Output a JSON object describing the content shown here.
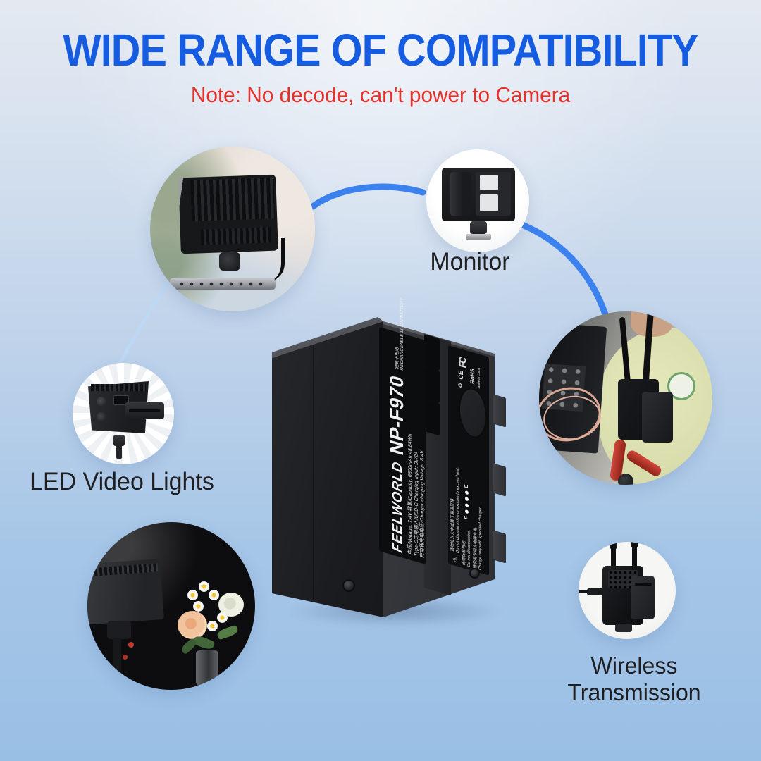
{
  "header": {
    "title": "WIDE RANGE OF COMPATIBILITY",
    "note": "Note: No decode, can't power to Camera"
  },
  "labels": {
    "monitor": "Monitor",
    "led_lights": "LED Video Lights",
    "wireless_line1": "Wireless",
    "wireless_line2": "Transmission"
  },
  "battery": {
    "brand": "FEELWORLD",
    "model": "NP-F970",
    "type_cn": "锂离子电池",
    "type_en": "RECHARGEABLE LI-ION BATTERY",
    "spec_voltage": "电压/Voltage: 7.4V  容量/Capacity: 6600mAh 48.84Wh",
    "spec_input": "Type-C充电输入/USB-C Charging Input: 5V/2A",
    "spec_charger": "充电器充电电压/Charger charging Voltage: 8.4V",
    "warning_fire_cn": "请勿投入火中或置于高温环境",
    "warning_fire_en": "Do not dispose in fire or expose to excess heat.",
    "warning_disassemble_cn": "请勿拆解电池",
    "warning_disassemble_en": "Do not disassemble.",
    "warning_charger_cn": "请使用专用充电器充电",
    "warning_charger_en": "Charge only with specified charger.",
    "gauge_full": "F",
    "gauge_empty": "E",
    "cert_fcc": "FC",
    "cert_ce": "CE",
    "cert_rohs": "RoHS",
    "made_in": "Made in China",
    "recycle_icon_glyph": "♻",
    "warning_icon_glyph": "⚠"
  },
  "colors": {
    "title_blue": "#155ce0",
    "note_red": "#e8302a",
    "connector_blue": "#3c82ee",
    "connector_light_blue": "#bdd8f5",
    "background_top": "#e4e9f1",
    "background_bottom": "#9abfe5",
    "device_label_text": "#1e1e20"
  }
}
